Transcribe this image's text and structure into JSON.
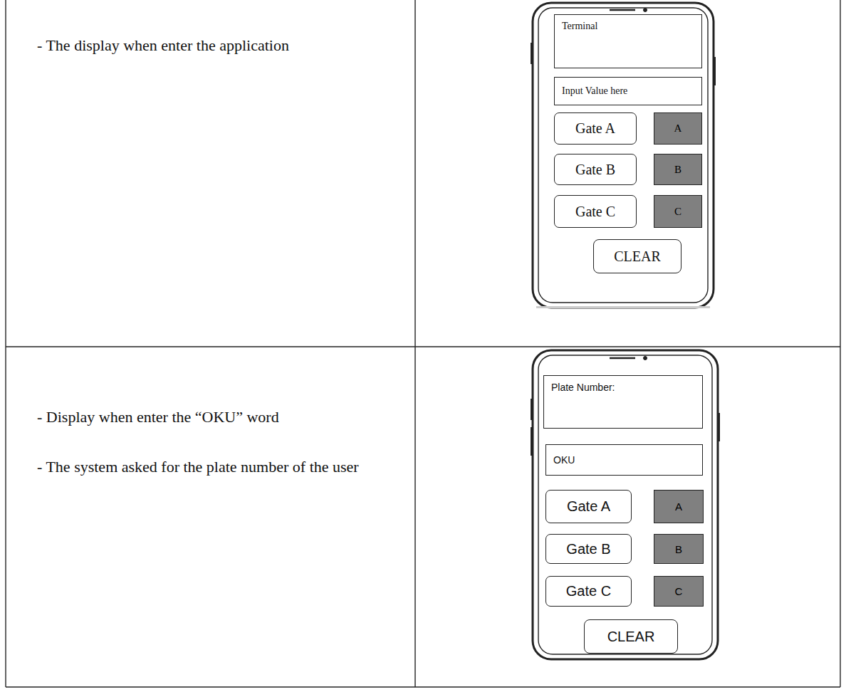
{
  "diagram": {
    "nodes": [
      {
        "text": [
          "- The display when enter the application"
        ]
      },
      {
        "text": [
          "Terminal"
        ]
      },
      {
        "text": [
          "Input Value here"
        ]
      },
      {
        "text": [
          "Gate A"
        ]
      },
      {
        "text": [
          "A"
        ]
      },
      {
        "text": [
          "Gate B"
        ]
      },
      {
        "text": [
          "B"
        ]
      },
      {
        "text": [
          "Gate C"
        ]
      },
      {
        "text": [
          "C"
        ]
      },
      {
        "text": [
          "CLEAR"
        ]
      },
      {
        "text": [
          "- Display when enter the “OKU” word",
          "- The system asked for the plate number of the user"
        ]
      },
      {
        "text": [
          "Plate Number:"
        ]
      },
      {
        "text": [
          "OKU"
        ]
      },
      {
        "text": [
          "Gate A"
        ]
      },
      {
        "text": [
          "A"
        ]
      },
      {
        "text": [
          "Gate B"
        ]
      },
      {
        "text": [
          "B"
        ]
      },
      {
        "text": [
          "Gate C"
        ]
      },
      {
        "text": [
          "C"
        ]
      },
      {
        "text": [
          "CLEAR"
        ]
      }
    ]
  }
}
